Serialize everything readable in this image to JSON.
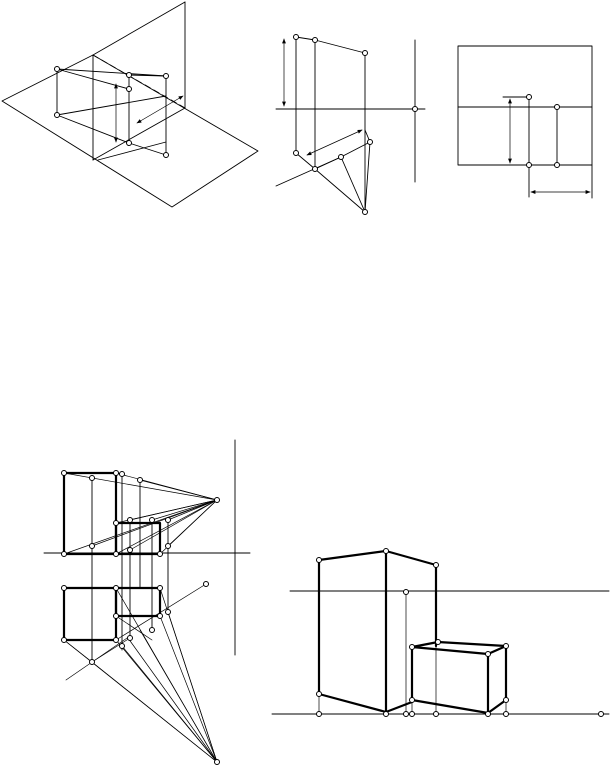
{
  "figure": {
    "panels": [
      "plane-projection-isometric",
      "orthographic-projection-construction",
      "picture-plane-result",
      "box-plan-and-elevation-construction",
      "two-point-perspective-of-boxes"
    ],
    "line_color": "#000000",
    "background_color": "#ffffff",
    "marker_fill": "#ffffff",
    "labels": []
  }
}
